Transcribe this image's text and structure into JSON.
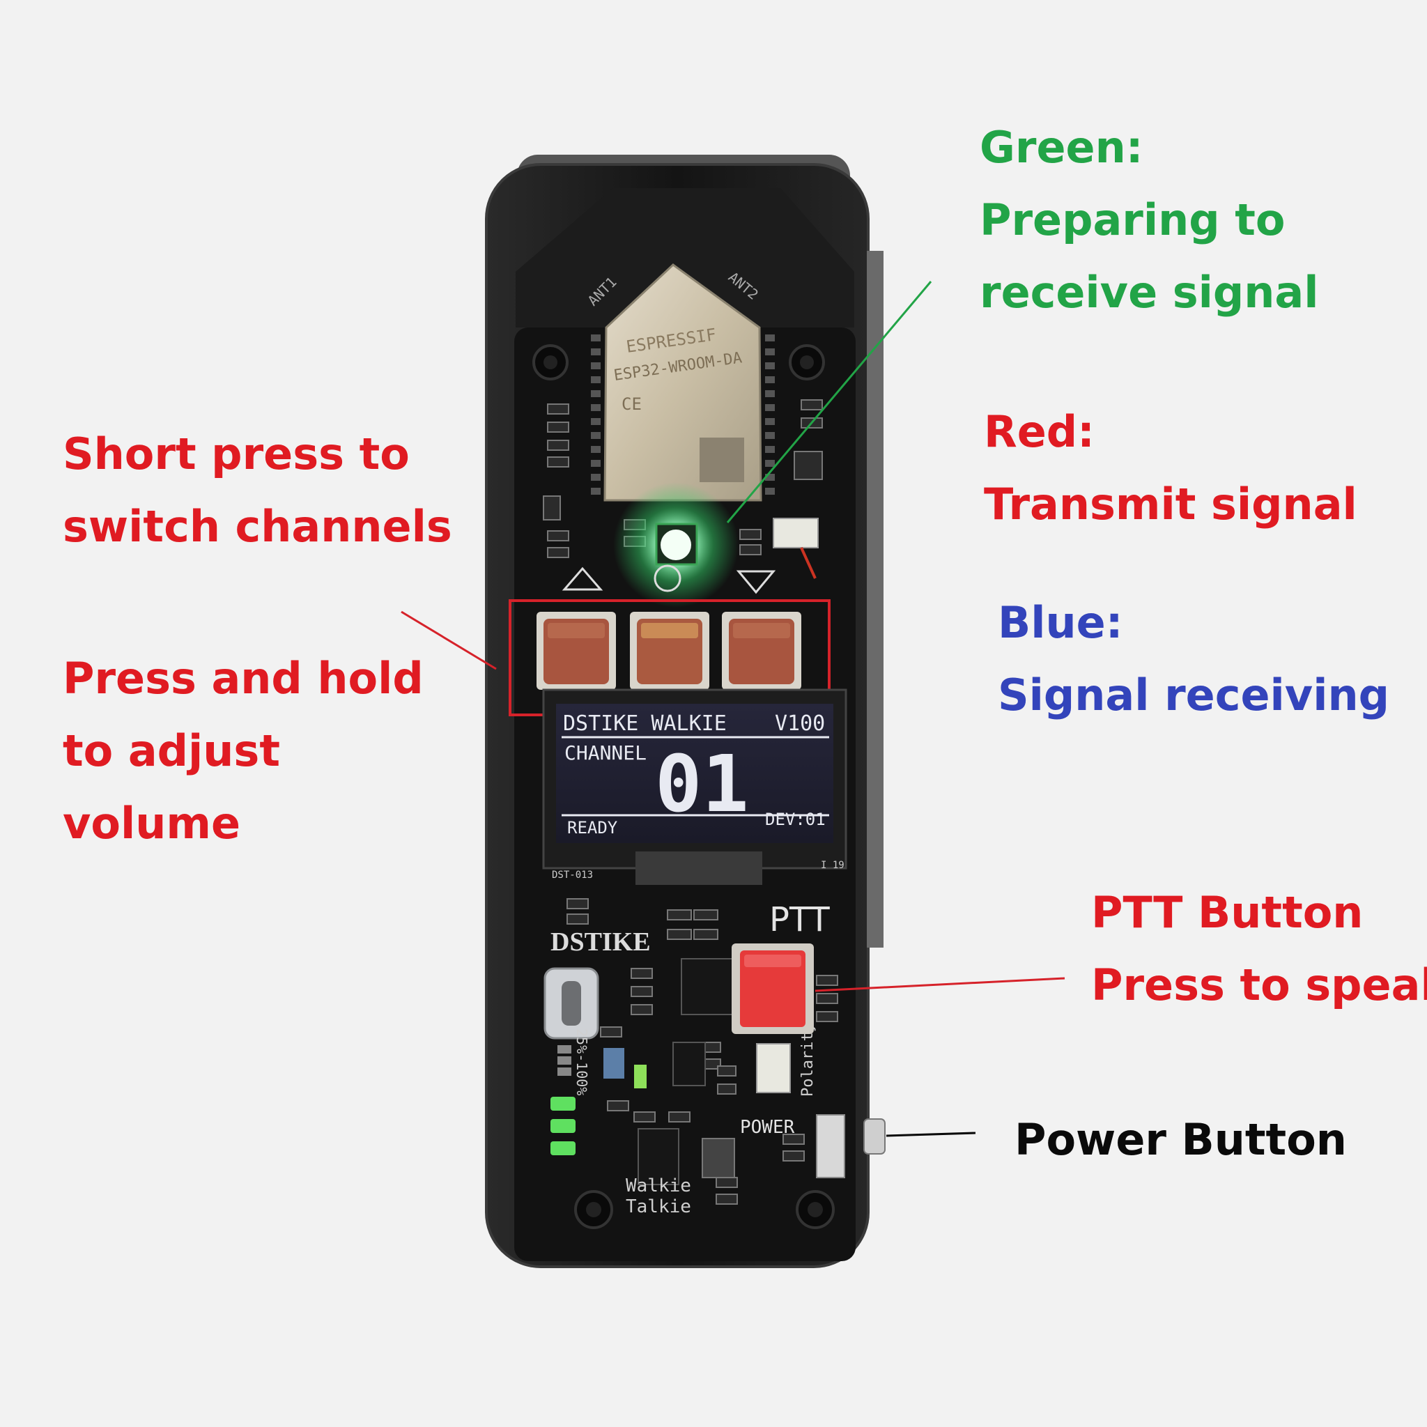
{
  "annotations": {
    "green": {
      "title": "Green:",
      "line1": "Preparing to",
      "line2": "receive signal"
    },
    "red": {
      "title": "Red:",
      "line1": "Transmit signal"
    },
    "blue": {
      "title": "Blue:",
      "line1": "Signal receiving"
    },
    "short_press": {
      "line1": "Short press to",
      "line2": "switch channels"
    },
    "press_hold": {
      "line1": "Press and hold",
      "line2": "to adjust",
      "line3": "volume"
    },
    "ptt": {
      "line1": "PTT Button",
      "line2": "Press to speak"
    },
    "power": {
      "line1": "Power Button"
    }
  },
  "device": {
    "module_brand": "ESPRESSIF",
    "module_model": "ESP32-WROOM-DA",
    "module_ce": "CE",
    "ant1": "ANT1",
    "ant2": "ANT2",
    "brand": "DSTIKE",
    "ptt_silk": "PTT",
    "power_silk": "POWER",
    "walkie": "Walkie",
    "talkie": "Talkie",
    "polarity": "Polarity",
    "battery_scale": "25%-100%",
    "board_id": "DST-013",
    "board_rev": "I 19",
    "oled": {
      "header_left": "DSTIKE WALKIE",
      "header_right": "V100",
      "channel_label": "CHANNEL",
      "channel_number": "01",
      "status": "READY",
      "dev": "DEV:01"
    }
  },
  "colors": {
    "green_label": "#22a447",
    "red_label": "#e01b22",
    "blue_label": "#3344bb",
    "channel_button": "#a8553f",
    "ptt_button": "#e63a3a",
    "status_led": "#55ff88"
  }
}
